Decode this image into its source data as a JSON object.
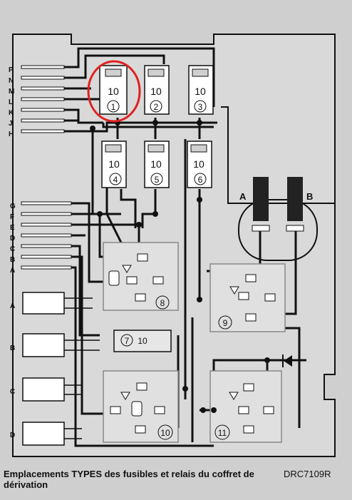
{
  "connector_letters_top": [
    "P",
    "N",
    "M",
    "L",
    "K",
    "J",
    "H"
  ],
  "connector_letters_mid": [
    "G",
    "F",
    "E",
    "D",
    "C",
    "B",
    "A"
  ],
  "connector_blocks": [
    "A",
    "B",
    "C",
    "D"
  ],
  "fuse_rating": "10",
  "fuses": [
    "1",
    "2",
    "3",
    "4",
    "5",
    "6"
  ],
  "fuse7_label": "7",
  "fuse7_rating": "10",
  "relays": [
    "8",
    "9",
    "10",
    "11"
  ],
  "socket_labels": [
    "A",
    "B"
  ],
  "highlight_color": "#e02020",
  "caption": "Emplacements TYPES des fusibles et relais du coffret de dérivation",
  "code": "DRC7109R"
}
